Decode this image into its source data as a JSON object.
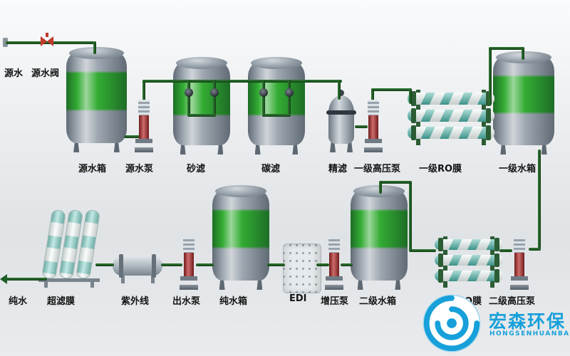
{
  "colors": {
    "pipe_green": "#1d5e24",
    "tank_band_green": "#22a522",
    "membrane_teal": "#49b2a6",
    "valve_red": "#bf3a2b",
    "logo_blue": "#17a0d9"
  },
  "components": {
    "source_water": {
      "label": "源水"
    },
    "source_valve": {
      "label": "源水阀"
    },
    "source_tank": {
      "label": "源水箱"
    },
    "source_pump": {
      "label": "源水泵"
    },
    "sand_filter": {
      "label": "砂滤"
    },
    "carbon_filter": {
      "label": "碳滤"
    },
    "precision_filter": {
      "label": "精滤"
    },
    "stage1_hp_pump": {
      "label": "一级高压泵"
    },
    "stage1_ro_membrane": {
      "label": "一级RO膜"
    },
    "stage1_tank": {
      "label": "一级水箱"
    },
    "pure_water_out": {
      "label": "纯水"
    },
    "uf_membrane": {
      "label": "超滤膜"
    },
    "uv_sterilizer": {
      "label": "紫外线"
    },
    "outlet_pump": {
      "label": "出水泵"
    },
    "pure_water_tank": {
      "label": "纯水箱"
    },
    "edi_module": {
      "label": "EDI"
    },
    "booster_pump": {
      "label": "增压泵"
    },
    "stage2_tank": {
      "label": "二级水箱"
    },
    "stage2_ro_membrane": {
      "label": "二级RO膜"
    },
    "stage2_hp_pump": {
      "label": "二级高压泵"
    }
  },
  "logo": {
    "name_cn": "宏森环保",
    "name_en": "HONGSENHUANBAO"
  }
}
